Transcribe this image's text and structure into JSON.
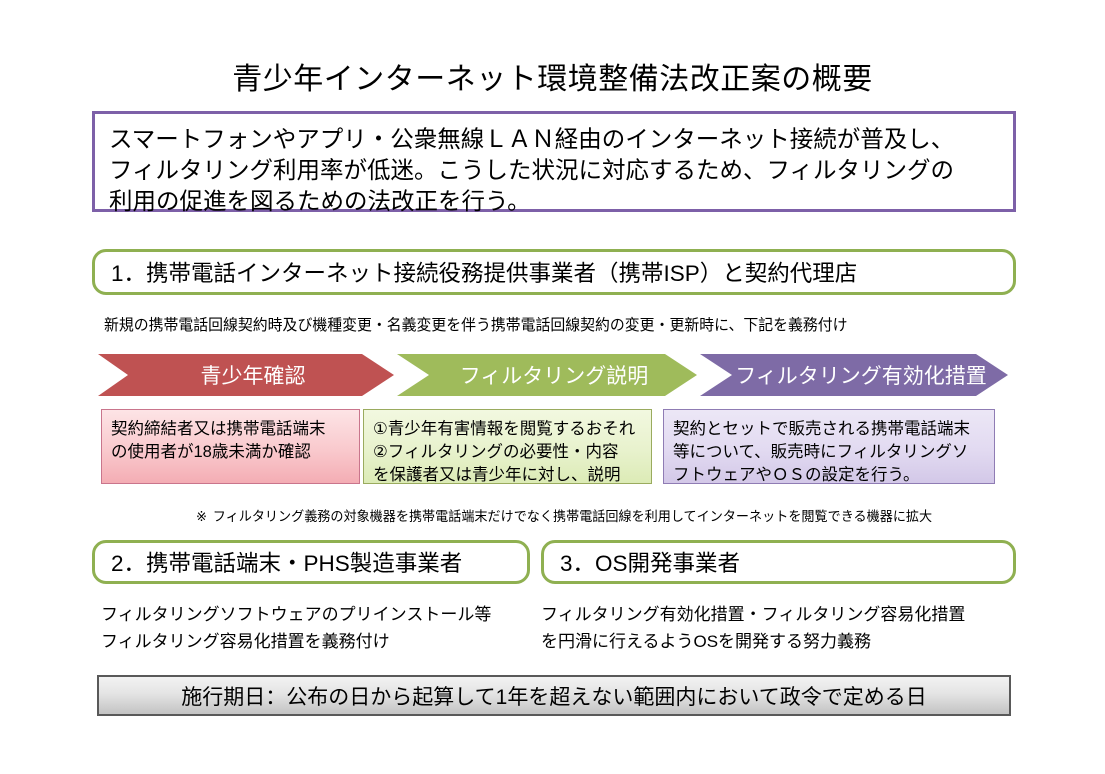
{
  "title": "青少年インターネット環境整備法改正案の概要",
  "summary": {
    "border_color": "#7d60a8",
    "lines": [
      "スマートフォンやアプリ・公衆無線ＬＡＮ経由のインターネット接続が普及し、",
      "フィルタリング利用率が低迷。こうした状況に対応するため、フィルタリングの",
      "利用の促進を図るための法改正を行う。"
    ]
  },
  "section1": {
    "heading": "1．携帯電話インターネット接続役務提供事業者（携帯ISP）と契約代理店",
    "note": "新規の携帯電話回線契約時及び機種変更・名義変更を伴う携帯電話回線契約の変更・更新時に、下記を義務付け",
    "steps": [
      {
        "label": "青少年確認",
        "color": "#bf5252"
      },
      {
        "label": "フィルタリング説明",
        "color": "#9fbb5b"
      },
      {
        "label": "フィルタリング有効化措置",
        "color": "#7e6ba6"
      }
    ],
    "details": [
      {
        "accent": "#c9758c",
        "lines": [
          "契約締結者又は携帯電話端末",
          "の使用者が18歳未満か確認"
        ]
      },
      {
        "accent": "#9aab5e",
        "lines": [
          "①青少年有害情報を閲覧するおそれ",
          "②フィルタリングの必要性・内容",
          "を保護者又は青少年に対し、説明"
        ]
      },
      {
        "accent": "#8f7cb4",
        "lines": [
          "契約とセットで販売される携帯電話端末",
          "等について、販売時にフィルタリングソ",
          "フトウェアやＯＳの設定を行う。"
        ]
      }
    ],
    "footnote_mark": "※",
    "footnote": "フィルタリング義務の対象機器を携帯電話端末だけでなく携帯電話回線を利用してインターネットを閲覧できる機器に拡大"
  },
  "section2": {
    "heading": "2．携帯電話端末・PHS製造事業者",
    "lines": [
      "フィルタリングソフトウェアのプリインストール等",
      "フィルタリング容易化措置を義務付け"
    ]
  },
  "section3": {
    "heading": "3．OS開発事業者",
    "lines": [
      "フィルタリング有効化措置・フィルタリング容易化措置",
      "を円滑に行えるようOSを開発する努力義務"
    ]
  },
  "footer": {
    "label": "施行期日：公布の日から起算して1年を超えない範囲内において政令で定める日"
  },
  "colors": {
    "section_border_green": "#8fb051",
    "summary_border_purple": "#7d60a8",
    "footer_border_gray": "#595959"
  }
}
